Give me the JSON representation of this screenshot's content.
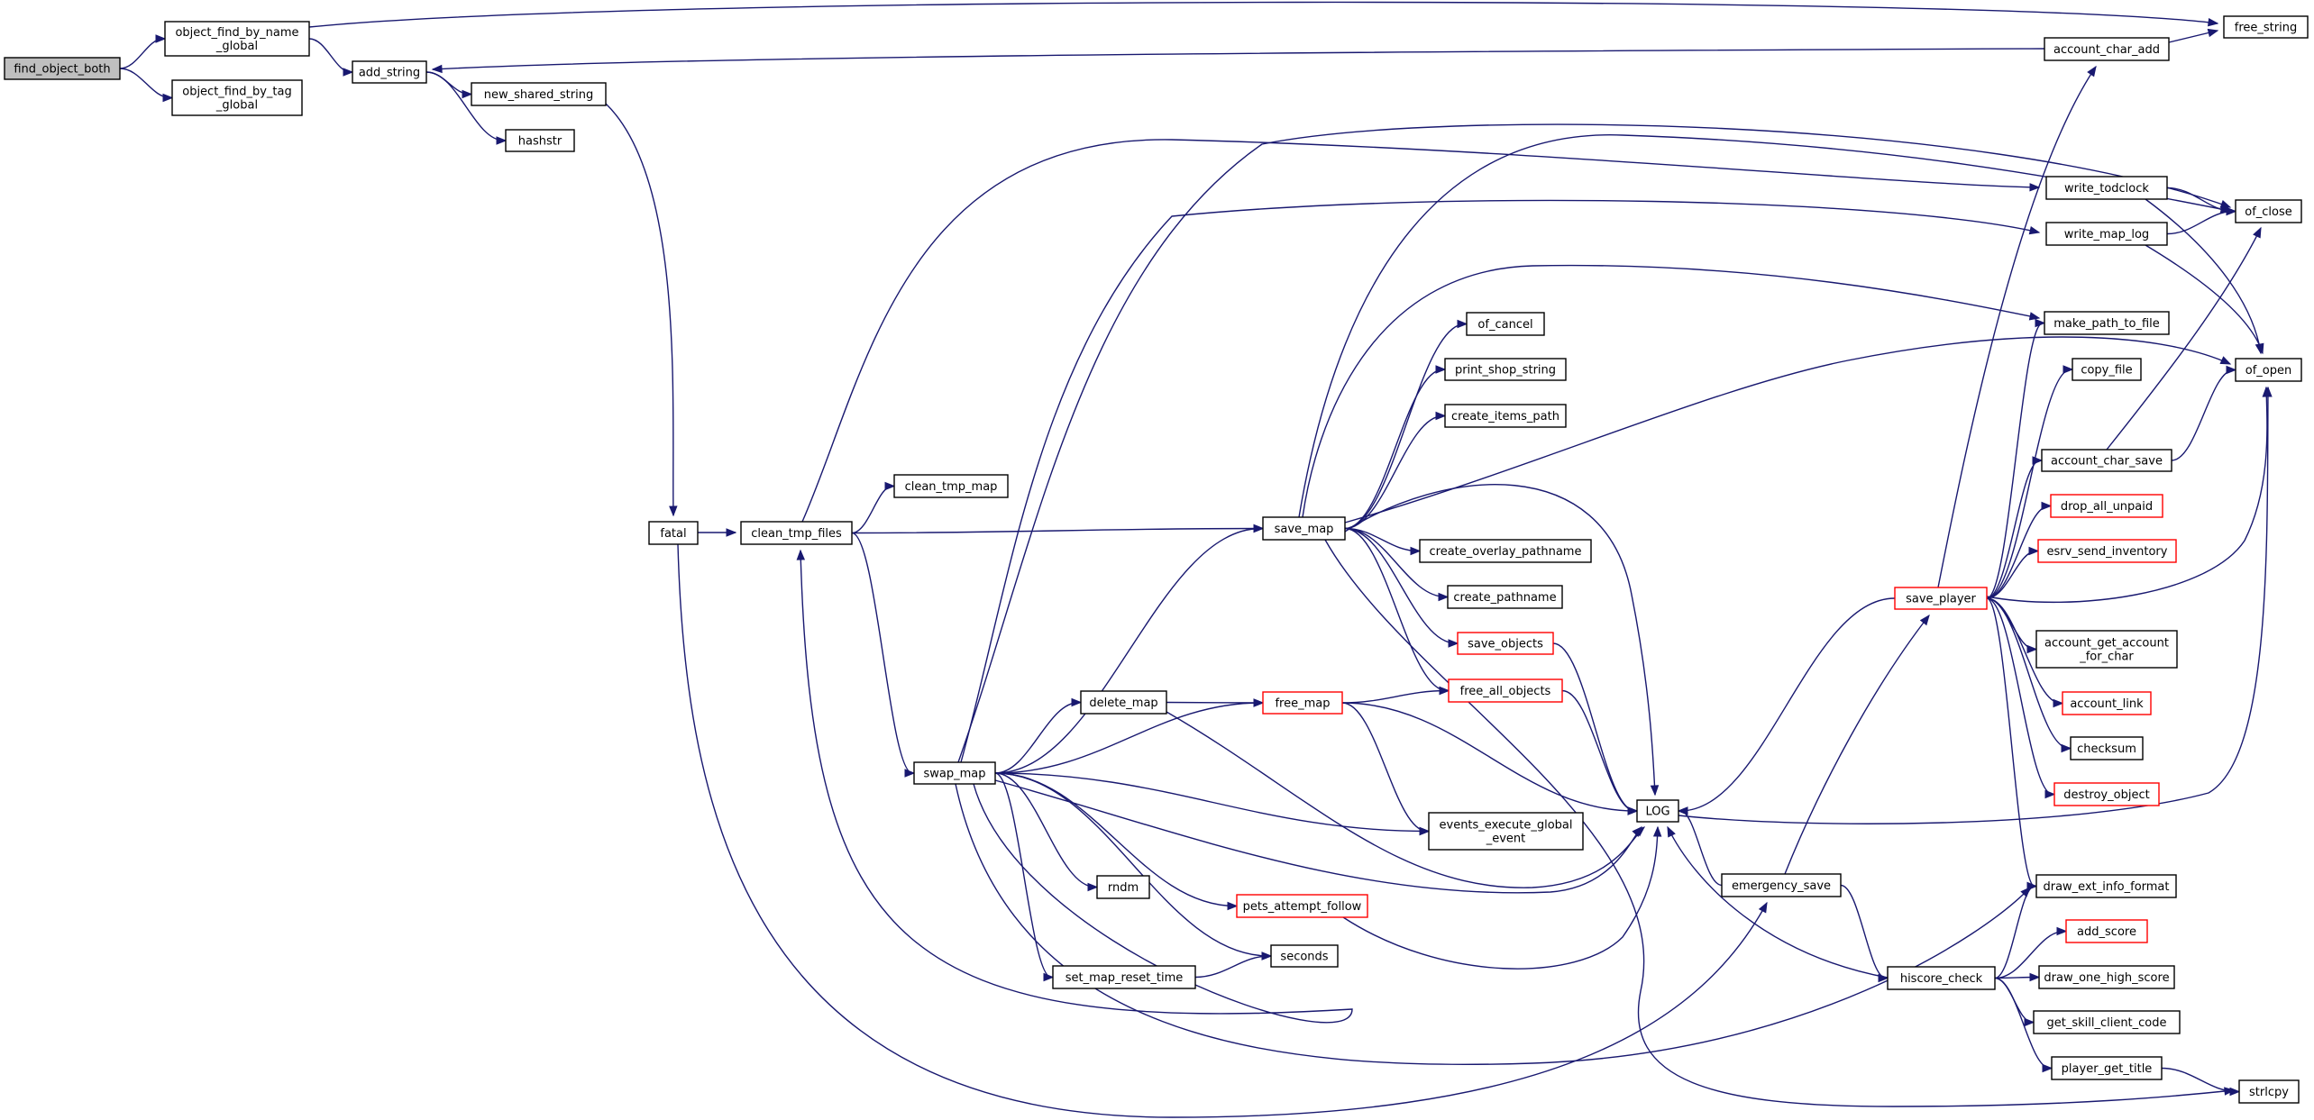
{
  "graph": {
    "edge_color": "#191970",
    "truncated_border_color": "#ff0000",
    "root_fill": "#bfbfbf",
    "nodes": [
      {
        "id": "find_object_both",
        "lines": [
          "find_object_both"
        ],
        "root": true
      },
      {
        "id": "object_find_by_name_global",
        "lines": [
          "object_find_by_name",
          "_global"
        ]
      },
      {
        "id": "object_find_by_tag_global",
        "lines": [
          "object_find_by_tag",
          "_global"
        ]
      },
      {
        "id": "add_string",
        "lines": [
          "add_string"
        ]
      },
      {
        "id": "new_shared_string",
        "lines": [
          "new_shared_string"
        ]
      },
      {
        "id": "hashstr",
        "lines": [
          "hashstr"
        ]
      },
      {
        "id": "free_string",
        "lines": [
          "free_string"
        ]
      },
      {
        "id": "account_char_add",
        "lines": [
          "account_char_add"
        ]
      },
      {
        "id": "fatal",
        "lines": [
          "fatal"
        ]
      },
      {
        "id": "clean_tmp_files",
        "lines": [
          "clean_tmp_files"
        ]
      },
      {
        "id": "clean_tmp_map",
        "lines": [
          "clean_tmp_map"
        ]
      },
      {
        "id": "save_map",
        "lines": [
          "save_map"
        ]
      },
      {
        "id": "swap_map",
        "lines": [
          "swap_map"
        ]
      },
      {
        "id": "delete_map",
        "lines": [
          "delete_map"
        ]
      },
      {
        "id": "free_map",
        "lines": [
          "free_map"
        ],
        "truncated": true
      },
      {
        "id": "free_all_objects",
        "lines": [
          "free_all_objects"
        ],
        "truncated": true
      },
      {
        "id": "save_objects",
        "lines": [
          "save_objects"
        ],
        "truncated": true
      },
      {
        "id": "of_cancel",
        "lines": [
          "of_cancel"
        ]
      },
      {
        "id": "print_shop_string",
        "lines": [
          "print_shop_string"
        ]
      },
      {
        "id": "create_items_path",
        "lines": [
          "create_items_path"
        ]
      },
      {
        "id": "create_overlay_pathname",
        "lines": [
          "create_overlay_pathname"
        ]
      },
      {
        "id": "create_pathname",
        "lines": [
          "create_pathname"
        ]
      },
      {
        "id": "events_execute_global_event",
        "lines": [
          "events_execute_global",
          "_event"
        ]
      },
      {
        "id": "rndm",
        "lines": [
          "rndm"
        ]
      },
      {
        "id": "pets_attempt_follow",
        "lines": [
          "pets_attempt_follow"
        ],
        "truncated": true
      },
      {
        "id": "set_map_reset_time",
        "lines": [
          "set_map_reset_time"
        ]
      },
      {
        "id": "seconds",
        "lines": [
          "seconds"
        ]
      },
      {
        "id": "LOG",
        "lines": [
          "LOG"
        ]
      },
      {
        "id": "emergency_save",
        "lines": [
          "emergency_save"
        ]
      },
      {
        "id": "hiscore_check",
        "lines": [
          "hiscore_check"
        ]
      },
      {
        "id": "save_player",
        "lines": [
          "save_player"
        ],
        "truncated": true
      },
      {
        "id": "write_todclock",
        "lines": [
          "write_todclock"
        ]
      },
      {
        "id": "write_map_log",
        "lines": [
          "write_map_log"
        ]
      },
      {
        "id": "of_close",
        "lines": [
          "of_close"
        ]
      },
      {
        "id": "of_open",
        "lines": [
          "of_open"
        ]
      },
      {
        "id": "make_path_to_file",
        "lines": [
          "make_path_to_file"
        ]
      },
      {
        "id": "copy_file",
        "lines": [
          "copy_file"
        ]
      },
      {
        "id": "account_char_save",
        "lines": [
          "account_char_save"
        ]
      },
      {
        "id": "drop_all_unpaid",
        "lines": [
          "drop_all_unpaid"
        ],
        "truncated": true
      },
      {
        "id": "esrv_send_inventory",
        "lines": [
          "esrv_send_inventory"
        ],
        "truncated": true
      },
      {
        "id": "account_get_account_for_char",
        "lines": [
          "account_get_account",
          "_for_char"
        ]
      },
      {
        "id": "account_link",
        "lines": [
          "account_link"
        ],
        "truncated": true
      },
      {
        "id": "checksum",
        "lines": [
          "checksum"
        ]
      },
      {
        "id": "destroy_object",
        "lines": [
          "destroy_object"
        ],
        "truncated": true
      },
      {
        "id": "draw_ext_info_format",
        "lines": [
          "draw_ext_info_format"
        ]
      },
      {
        "id": "add_score",
        "lines": [
          "add_score"
        ],
        "truncated": true
      },
      {
        "id": "draw_one_high_score",
        "lines": [
          "draw_one_high_score"
        ]
      },
      {
        "id": "get_skill_client_code",
        "lines": [
          "get_skill_client_code"
        ]
      },
      {
        "id": "player_get_title",
        "lines": [
          "player_get_title"
        ]
      },
      {
        "id": "strlcpy",
        "lines": [
          "strlcpy"
        ]
      }
    ],
    "edges": [
      [
        "find_object_both",
        "object_find_by_name_global"
      ],
      [
        "find_object_both",
        "object_find_by_tag_global"
      ],
      [
        "object_find_by_name_global",
        "add_string"
      ],
      [
        "object_find_by_name_global",
        "free_string"
      ],
      [
        "add_string",
        "new_shared_string"
      ],
      [
        "add_string",
        "hashstr"
      ],
      [
        "new_shared_string",
        "fatal"
      ],
      [
        "account_char_add",
        "add_string"
      ],
      [
        "account_char_add",
        "free_string"
      ],
      [
        "fatal",
        "clean_tmp_files"
      ],
      [
        "fatal",
        "emergency_save"
      ],
      [
        "clean_tmp_files",
        "clean_tmp_map"
      ],
      [
        "clean_tmp_files",
        "save_map"
      ],
      [
        "clean_tmp_files",
        "swap_map"
      ],
      [
        "clean_tmp_files",
        "write_todclock"
      ],
      [
        "swap_map",
        "clean_tmp_files"
      ],
      [
        "swap_map",
        "save_map"
      ],
      [
        "swap_map",
        "delete_map"
      ],
      [
        "swap_map",
        "free_map"
      ],
      [
        "swap_map",
        "write_map_log"
      ],
      [
        "swap_map",
        "events_execute_global_event"
      ],
      [
        "swap_map",
        "LOG"
      ],
      [
        "swap_map",
        "rndm"
      ],
      [
        "swap_map",
        "pets_attempt_follow"
      ],
      [
        "swap_map",
        "seconds"
      ],
      [
        "swap_map",
        "set_map_reset_time"
      ],
      [
        "swap_map",
        "draw_ext_info_format"
      ],
      [
        "swap_map",
        "of_close"
      ],
      [
        "delete_map",
        "free_map"
      ],
      [
        "delete_map",
        "LOG"
      ],
      [
        "free_map",
        "free_all_objects"
      ],
      [
        "free_map",
        "events_execute_global_event"
      ],
      [
        "free_map",
        "LOG"
      ],
      [
        "save_map",
        "of_cancel"
      ],
      [
        "save_map",
        "print_shop_string"
      ],
      [
        "save_map",
        "create_items_path"
      ],
      [
        "save_map",
        "create_overlay_pathname"
      ],
      [
        "save_map",
        "create_pathname"
      ],
      [
        "save_map",
        "save_objects"
      ],
      [
        "save_map",
        "free_all_objects"
      ],
      [
        "save_map",
        "LOG"
      ],
      [
        "save_map",
        "make_path_to_file"
      ],
      [
        "save_map",
        "of_open"
      ],
      [
        "save_map",
        "of_close"
      ],
      [
        "save_map",
        "strlcpy"
      ],
      [
        "save_objects",
        "LOG"
      ],
      [
        "free_all_objects",
        "LOG"
      ],
      [
        "pets_attempt_follow",
        "LOG"
      ],
      [
        "set_map_reset_time",
        "seconds"
      ],
      [
        "emergency_save",
        "LOG"
      ],
      [
        "emergency_save",
        "save_player"
      ],
      [
        "emergency_save",
        "hiscore_check"
      ],
      [
        "hiscore_check",
        "LOG"
      ],
      [
        "hiscore_check",
        "draw_ext_info_format"
      ],
      [
        "hiscore_check",
        "add_score"
      ],
      [
        "hiscore_check",
        "draw_one_high_score"
      ],
      [
        "hiscore_check",
        "get_skill_client_code"
      ],
      [
        "hiscore_check",
        "player_get_title"
      ],
      [
        "player_get_title",
        "strlcpy"
      ],
      [
        "save_player",
        "LOG"
      ],
      [
        "save_player",
        "account_char_add"
      ],
      [
        "save_player",
        "make_path_to_file"
      ],
      [
        "save_player",
        "copy_file"
      ],
      [
        "save_player",
        "account_char_save"
      ],
      [
        "save_player",
        "drop_all_unpaid"
      ],
      [
        "save_player",
        "esrv_send_inventory"
      ],
      [
        "save_player",
        "account_get_account_for_char"
      ],
      [
        "save_player",
        "account_link"
      ],
      [
        "save_player",
        "checksum"
      ],
      [
        "save_player",
        "destroy_object"
      ],
      [
        "save_player",
        "draw_ext_info_format"
      ],
      [
        "save_player",
        "of_open"
      ],
      [
        "write_todclock",
        "of_close"
      ],
      [
        "write_todclock",
        "of_open"
      ],
      [
        "write_map_log",
        "of_close"
      ],
      [
        "write_map_log",
        "of_open"
      ],
      [
        "account_char_save",
        "of_close"
      ],
      [
        "account_char_save",
        "of_open"
      ],
      [
        "LOG",
        "of_open"
      ]
    ]
  }
}
